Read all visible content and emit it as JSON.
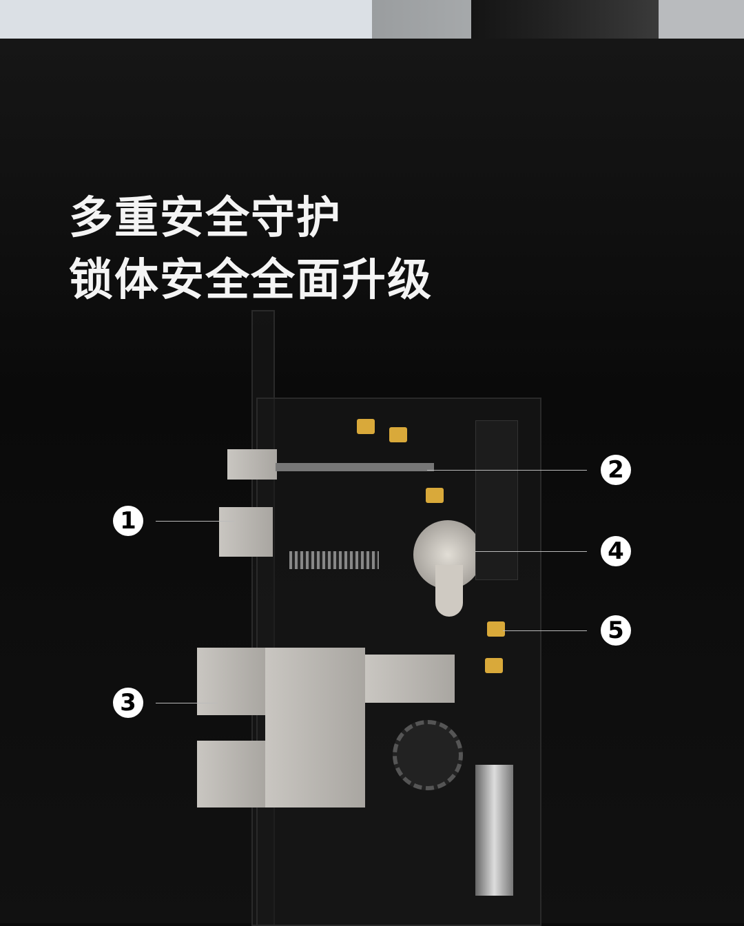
{
  "headline": {
    "line1": "多重安全守护",
    "line2": "锁体安全全面升级"
  },
  "callouts": [
    "1",
    "2",
    "3",
    "4",
    "5"
  ],
  "colors": {
    "background": "#0b0b0b",
    "callout_bg": "#ffffff",
    "chip": "#d9a93a"
  }
}
